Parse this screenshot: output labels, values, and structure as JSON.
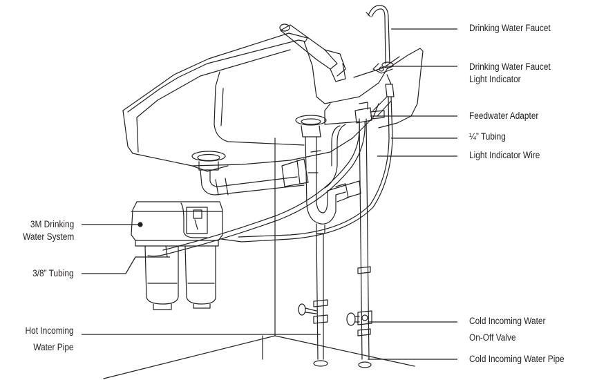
{
  "labels": {
    "drinking_faucet": "Drinking Water Faucet",
    "light_indicator": [
      "Drinking Water Faucet",
      "Light Indicator"
    ],
    "feedwater_adapter": "Feedwater Adapter",
    "quarter_tubing": "¼” Tubing",
    "light_wire": "Light Indicator Wire",
    "system": [
      "3M Drinking",
      "Water System"
    ],
    "eighth_tubing": "3/8” Tubing",
    "hot_pipe": [
      "Hot Incoming",
      "Water Pipe"
    ],
    "cold_valve": [
      "Cold Incoming Water",
      "On-Off Valve"
    ],
    "cold_pipe": "Cold Incoming Water Pipe"
  },
  "colors": {
    "line": "#231f20",
    "background": "#ffffff"
  }
}
